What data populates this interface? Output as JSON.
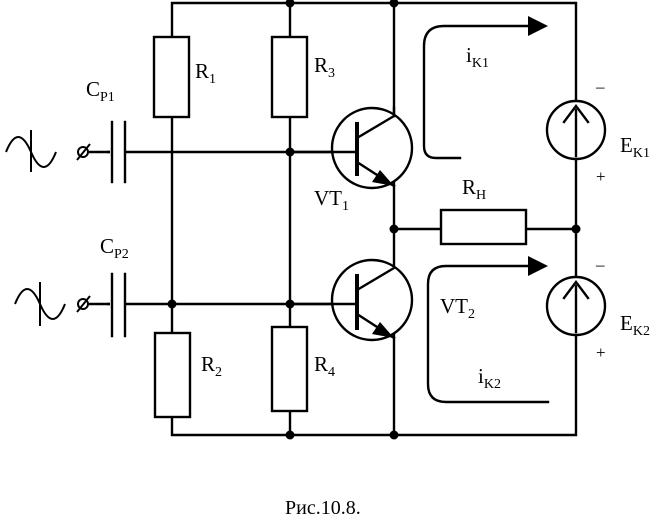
{
  "diagram": {
    "caption": "Рис.10.8.",
    "components": {
      "cp1": {
        "name": "C",
        "sub": "P1"
      },
      "cp2": {
        "name": "C",
        "sub": "P2"
      },
      "r1": {
        "name": "R",
        "sub": "1"
      },
      "r2": {
        "name": "R",
        "sub": "2"
      },
      "r3": {
        "name": "R",
        "sub": "3"
      },
      "r4": {
        "name": "R",
        "sub": "4"
      },
      "rh": {
        "name": "R",
        "sub": "H"
      },
      "vt1": {
        "name": "VT",
        "sub": "1"
      },
      "vt2": {
        "name": "VT",
        "sub": "2"
      },
      "ek1": {
        "name": "E",
        "sub": "K1",
        "minus": "–",
        "plus": "+"
      },
      "ek2": {
        "name": "E",
        "sub": "K2",
        "minus": "–",
        "plus": "+"
      }
    },
    "currents": {
      "ik1": {
        "name": "i",
        "sub": "K1"
      },
      "ik2": {
        "name": "i",
        "sub": "K2"
      }
    }
  }
}
